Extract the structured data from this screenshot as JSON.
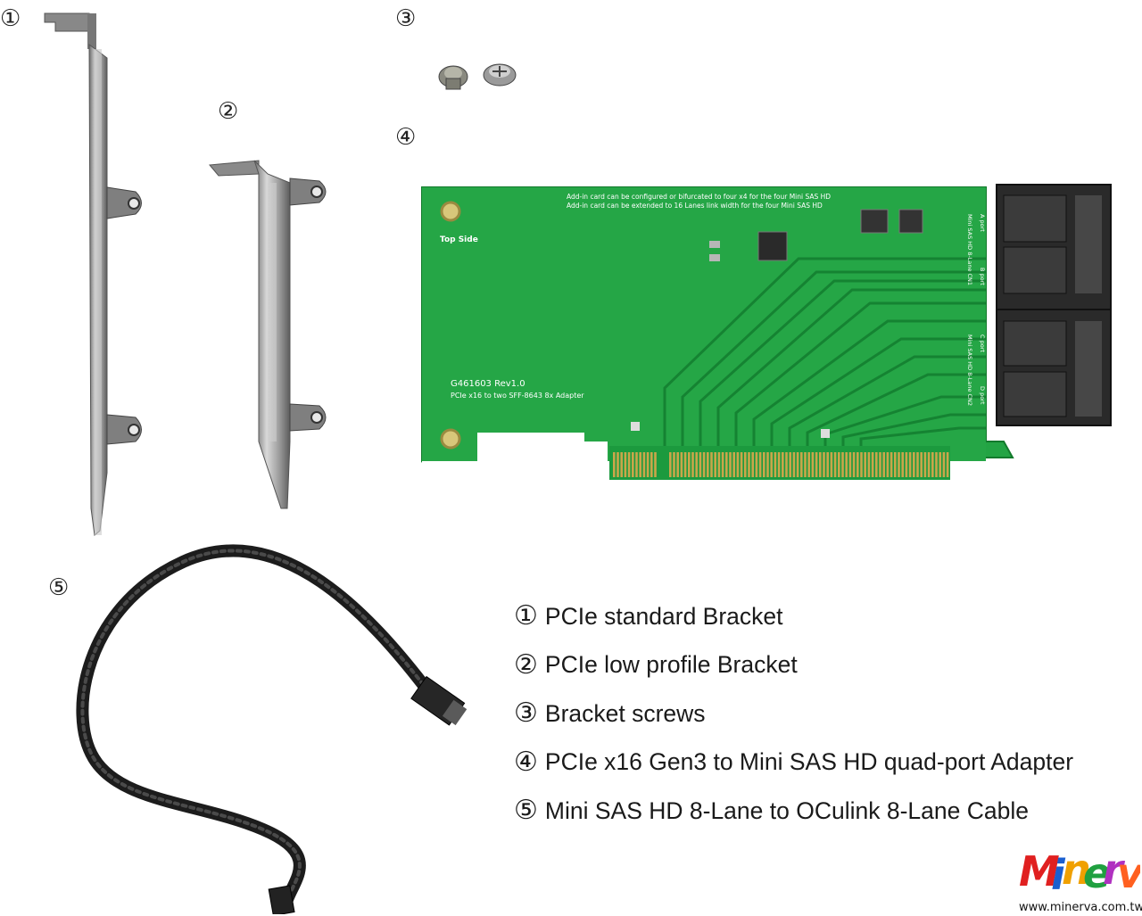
{
  "markers": [
    "①",
    "②",
    "③",
    "④",
    "⑤"
  ],
  "legend": [
    {
      "num": "①",
      "text": "PCIe standard Bracket"
    },
    {
      "num": "②",
      "text": "PCIe low profile Bracket"
    },
    {
      "num": "③",
      "text": "Bracket screws"
    },
    {
      "num": "④",
      "text": "PCIe x16 Gen3 to Mini SAS HD quad-port Adapter"
    },
    {
      "num": "⑤",
      "text": "Mini SAS HD 8-Lane to OCulink 8-Lane Cable"
    }
  ],
  "pcb": {
    "note_line1": "Add-in card can be configured or bifurcated to four x4 for the four Mini SAS HD",
    "note_line2": "Add-in card can be extended to 16 Lanes link width for the four Mini SAS HD",
    "side_label": "Top Side",
    "model": "G461603 Rev1.0",
    "description": "PCIe x16 to two SFF-8643 8x Adapter",
    "cn1_label": "Mini SAS HD 8-Lane CN1",
    "cn2_label": "Mini SAS HD 8-Lane CN2",
    "port_a": "A port",
    "port_b": "B port",
    "port_c": "C port",
    "port_d": "D port"
  },
  "logo": {
    "text": "Minerva",
    "url": "www.minerva.com.tw"
  },
  "colors": {
    "pcb": "#1f9e3e",
    "pcb_dark": "#168a33",
    "trace": "#117a2c",
    "gold": "#c9a64a",
    "metal": "#9a9a9a",
    "cable": "#2a2a2a"
  }
}
